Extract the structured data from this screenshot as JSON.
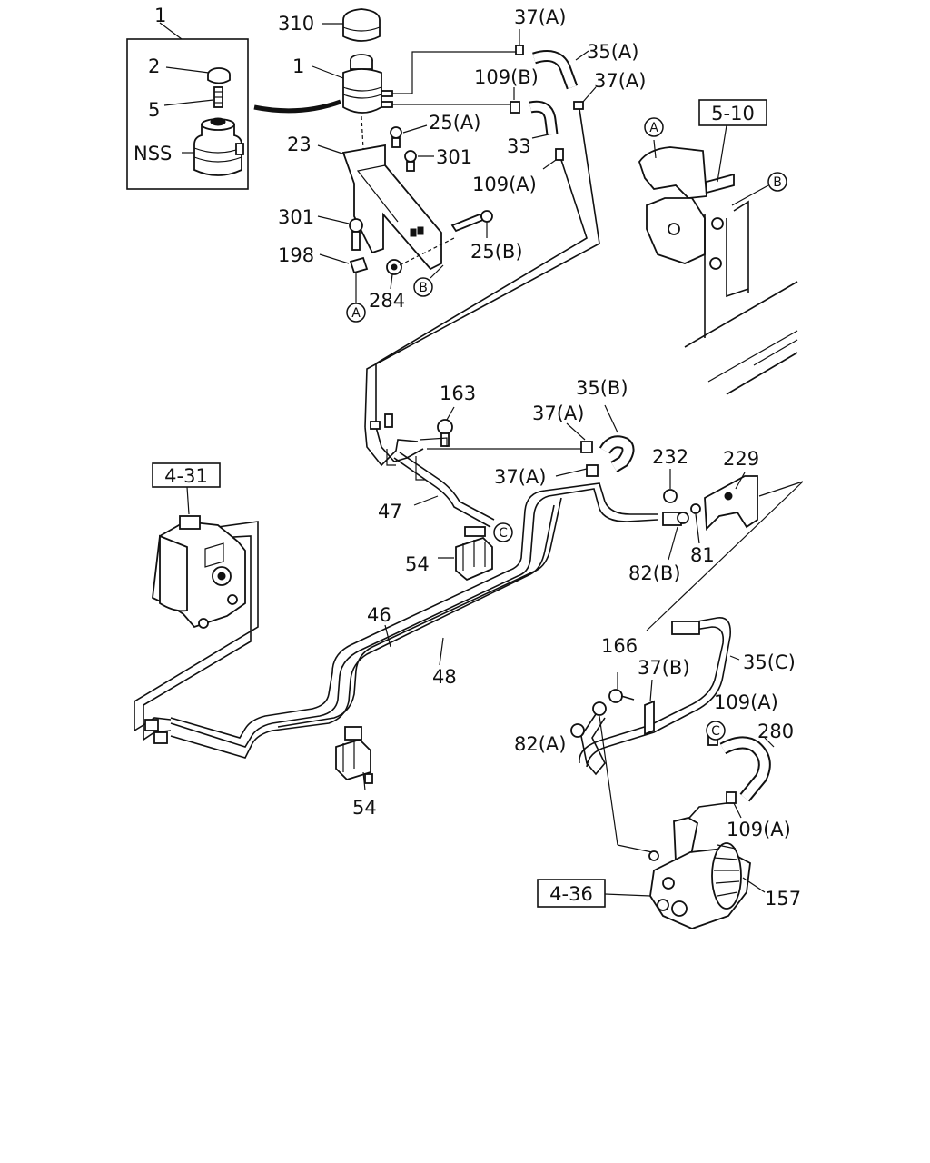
{
  "callouts": {
    "c1_top": "1",
    "c310": "310",
    "c1": "1",
    "c2": "2",
    "c5": "5",
    "cNSS": "NSS",
    "c37a_1": "37(A)",
    "c35a": "35(A)",
    "c109b": "109(B)",
    "c37a_2": "37(A)",
    "c25a": "25(A)",
    "c23": "23",
    "c301_1": "301",
    "c33": "33",
    "c109a_1": "109(A)",
    "c301_2": "301",
    "c25b": "25(B)",
    "c198": "198",
    "c284": "284",
    "c163": "163",
    "c35b": "35(B)",
    "c37a_3": "37(A)",
    "c37a_4": "37(A)",
    "c232": "232",
    "c229": "229",
    "c47": "47",
    "c54_1": "54",
    "c82b": "82(B)",
    "c81": "81",
    "c46": "46",
    "c48": "48",
    "c166": "166",
    "c37b": "37(B)",
    "c35c": "35(C)",
    "c109a_2": "109(A)",
    "c280": "280",
    "c82a": "82(A)",
    "c54_2": "54",
    "c109a_3": "109(A)",
    "c157": "157"
  },
  "ref_boxes": {
    "r510": "5-10",
    "r431": "4-31",
    "r436": "4-36"
  },
  "markers": {
    "a_top": "A",
    "b_top": "B",
    "a_low": "A",
    "b_low": "B",
    "c_47": "C",
    "c_280": "C"
  }
}
